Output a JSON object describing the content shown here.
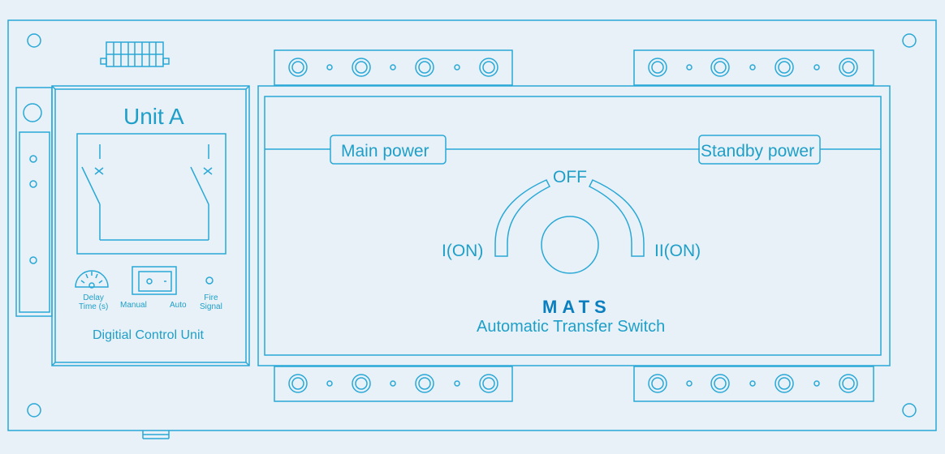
{
  "unit_title": "Unit A",
  "main_power_label": "Main power",
  "standby_power_label": "Standby power",
  "switch_positions": {
    "off": "OFF",
    "position_1": "I(ON)",
    "position_2": "II(ON)"
  },
  "brand": "MATS",
  "product_name": "Automatic Transfer Switch",
  "control_unit_label": "Digitial Control Unit",
  "controls": {
    "delay_line1": "Delay",
    "delay_line2": "Time (s)",
    "manual_label": "Manual",
    "auto_label": "Auto",
    "fire_line1": "Fire",
    "fire_line2": "Signal"
  },
  "colors": {
    "line": "#29a8d6",
    "text": "#1f9fc8",
    "brand": "#0a7fc0",
    "background": "#e8f1f8"
  }
}
